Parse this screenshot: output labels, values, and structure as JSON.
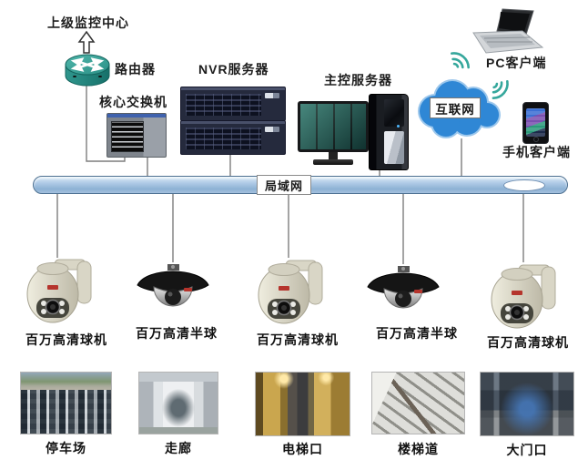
{
  "nodes": {
    "monitor_center": "上级监控中心",
    "router": "路由器",
    "core_switch": "核心交换机",
    "nvr_server": "NVR服务器",
    "main_server": "主控服务器",
    "internet": "互联网",
    "pc_client": "PC客户端",
    "mobile_client": "手机客户端",
    "lan": "局域网"
  },
  "cameras": [
    {
      "type": "speed-dome",
      "label": "百万高清球机"
    },
    {
      "type": "mini-dome",
      "label": "百万高清半球"
    },
    {
      "type": "speed-dome",
      "label": "百万高清球机"
    },
    {
      "type": "mini-dome",
      "label": "百万高清半球"
    },
    {
      "type": "speed-dome",
      "label": "百万高清球机"
    }
  ],
  "locations": [
    {
      "label": "停车场"
    },
    {
      "label": "走廊"
    },
    {
      "label": "电梯口"
    },
    {
      "label": "楼梯道"
    },
    {
      "label": "大门口"
    }
  ],
  "colors": {
    "router_teal": "#2f968d",
    "cloud_blue": "#2f87d5",
    "lan_bar_blue": "#a9c6e3",
    "connector_gray": "#7d7d7d"
  }
}
